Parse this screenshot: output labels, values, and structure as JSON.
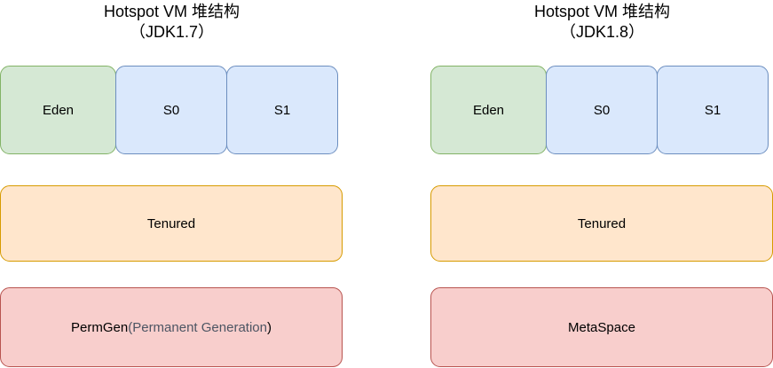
{
  "panels": [
    {
      "title_line1": "Hotspot VM  堆结构",
      "title_line2": "（JDK1.7）",
      "eden": "Eden",
      "s0": "S0",
      "s1": "S1",
      "tenured": "Tenured",
      "bottom_main": "PermGen",
      "bottom_paren_open": "(",
      "bottom_sub": "Permanent Generation",
      "bottom_paren_close": ")"
    },
    {
      "title_line1": "Hotspot VM  堆结构",
      "title_line2": "（JDK1.8）",
      "eden": "Eden",
      "s0": "S0",
      "s1": "S1",
      "tenured": "Tenured",
      "bottom_main": "MetaSpace"
    }
  ],
  "colors": {
    "young_eden_fill": "#d5e8d4",
    "young_eden_stroke": "#82b366",
    "survivor_fill": "#dae8fc",
    "survivor_stroke": "#6c8ebf",
    "tenured_fill": "#ffe6cc",
    "tenured_stroke": "#d79b00",
    "bottom_fill": "#f8cecc",
    "bottom_stroke": "#b85450"
  }
}
